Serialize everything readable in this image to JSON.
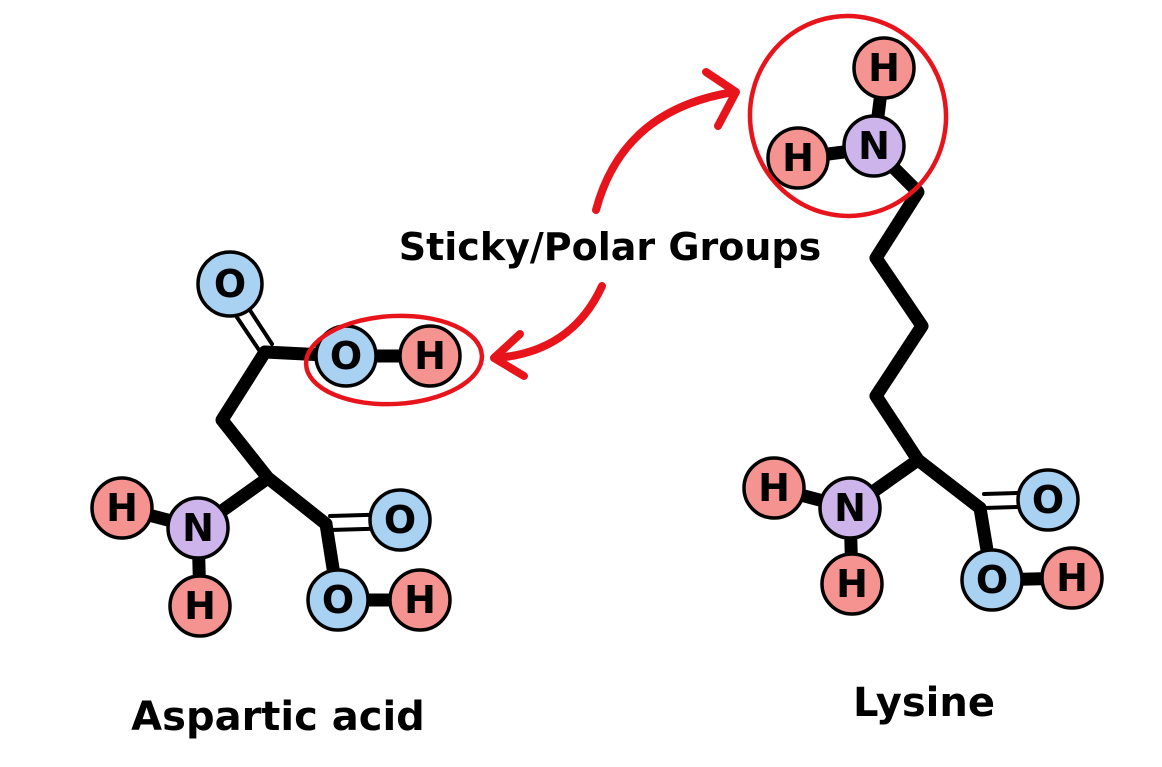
{
  "colors": {
    "hydrogen": "#f4938f",
    "oxygen": "#a8d1f2",
    "nitrogen": "#cdb4ea",
    "highlight": "#e8141c",
    "bond": "#000000"
  },
  "center_label": "Sticky/Polar Groups",
  "molecules": [
    {
      "name": "Aspartic acid",
      "atoms": [
        {
          "symbol": "O",
          "element": "oxygen"
        },
        {
          "symbol": "O",
          "element": "oxygen"
        },
        {
          "symbol": "H",
          "element": "hydrogen"
        },
        {
          "symbol": "H",
          "element": "hydrogen"
        },
        {
          "symbol": "N",
          "element": "nitrogen"
        },
        {
          "symbol": "H",
          "element": "hydrogen"
        },
        {
          "symbol": "O",
          "element": "oxygen"
        },
        {
          "symbol": "O",
          "element": "oxygen"
        },
        {
          "symbol": "H",
          "element": "hydrogen"
        }
      ]
    },
    {
      "name": "Lysine",
      "atoms": [
        {
          "symbol": "H",
          "element": "hydrogen"
        },
        {
          "symbol": "H",
          "element": "hydrogen"
        },
        {
          "symbol": "N",
          "element": "nitrogen"
        },
        {
          "symbol": "H",
          "element": "hydrogen"
        },
        {
          "symbol": "N",
          "element": "nitrogen"
        },
        {
          "symbol": "H",
          "element": "hydrogen"
        },
        {
          "symbol": "O",
          "element": "oxygen"
        },
        {
          "symbol": "O",
          "element": "oxygen"
        },
        {
          "symbol": "H",
          "element": "hydrogen"
        }
      ]
    }
  ]
}
